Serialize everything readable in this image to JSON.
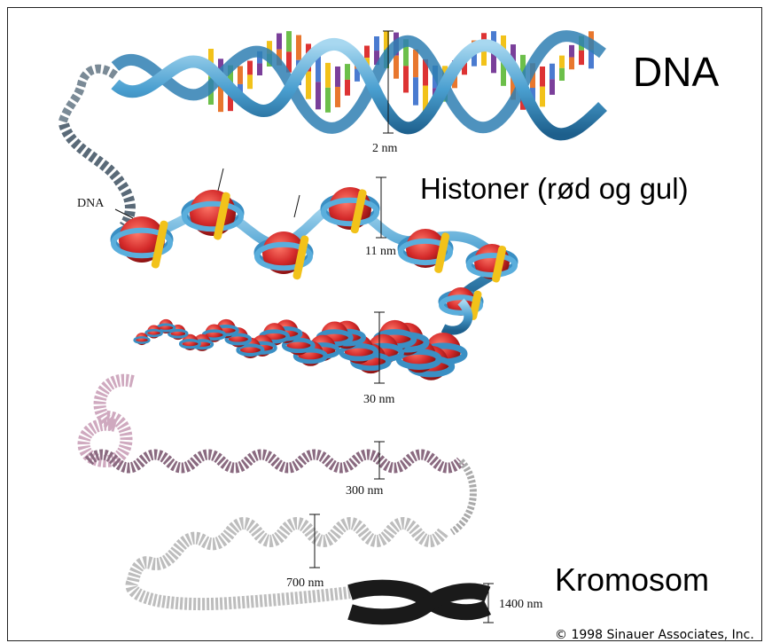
{
  "labels": {
    "dna_title": "DNA",
    "histone_title": "Histoner (rød og gul)",
    "kromosom_title": "Kromosom",
    "dna_small": "DNA",
    "scale_2nm": "2 nm",
    "scale_11nm": "11 nm",
    "scale_30nm": "30 nm",
    "scale_300nm": "300 nm",
    "scale_700nm": "700 nm",
    "scale_1400nm": "1400 nm",
    "copyright": "© 1998 Sinauer Associates, Inc."
  },
  "colors": {
    "backbone": "#3a8fc4",
    "histone_red": "#d42a2a",
    "histone_yellow": "#f2c21a",
    "fiber_pink": "#d6b4c8",
    "fiber_dark": "#4a3a44",
    "chromosome": "#1a1a1a"
  }
}
